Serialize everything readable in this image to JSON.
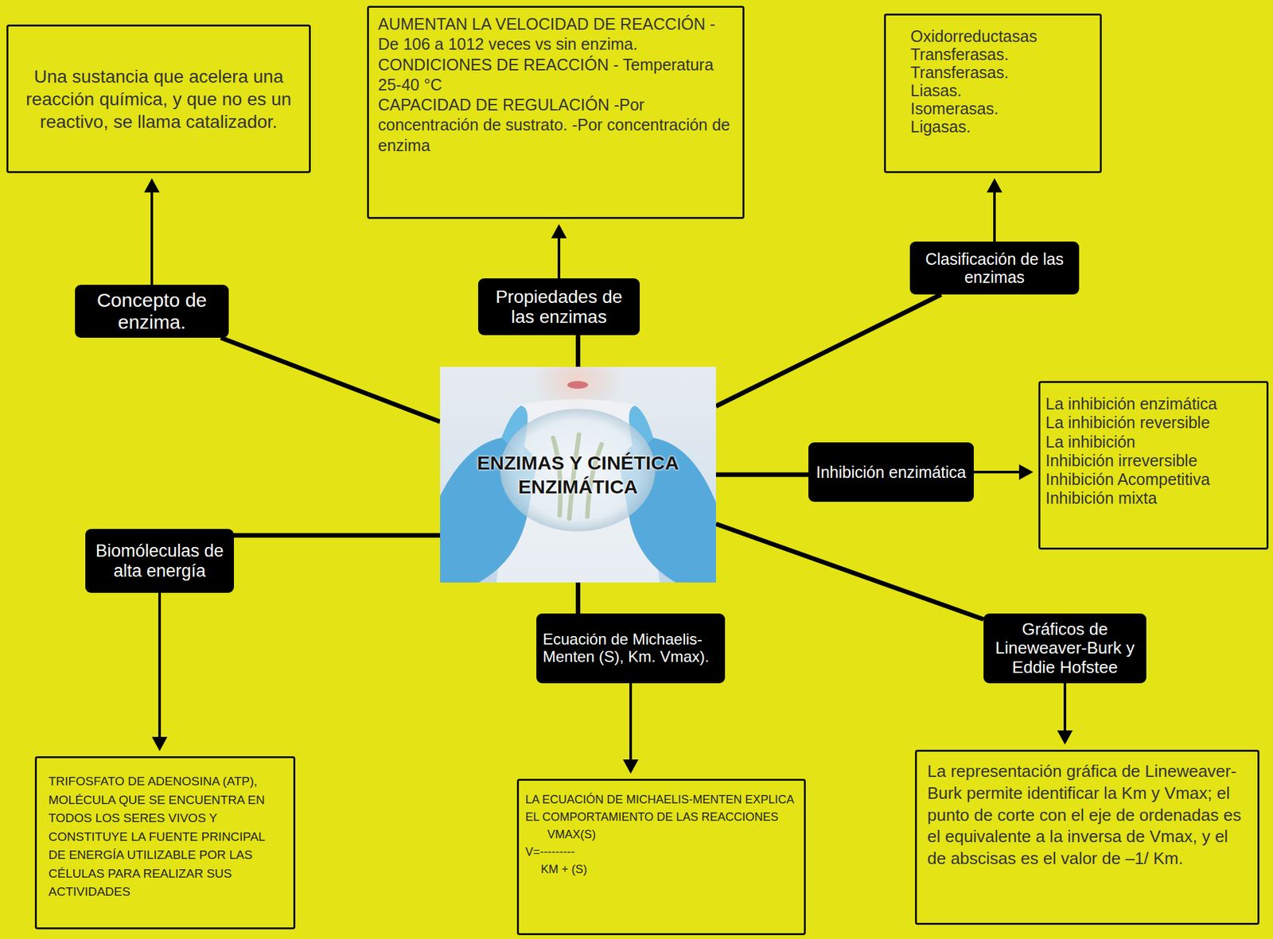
{
  "diagram": {
    "nodes": [
      {
        "text": [
          "Una sustancia que acelera una reacción química, y que no es un reactivo, se llama catalizador."
        ]
      },
      {
        "text": [
          "AUMENTAN LA VELOCIDAD DE REACCIÓN -De 106 a 1012 veces vs sin enzima.",
          "CONDICIONES DE REACCIÓN - Temperatura 25-40 °C",
          "CAPACIDAD DE REGULACIÓN -Por concentración de sustrato. -Por concentración de enzima"
        ]
      },
      {
        "text": [
          "Oxidorreductasas",
          "Transferasas.",
          "Transferasas.",
          "Liasas.",
          "Isomerasas.",
          "Ligasas."
        ]
      },
      {
        "text": [
          "Concepto de enzima."
        ]
      },
      {
        "text": [
          "Propiedades de las enzimas"
        ]
      },
      {
        "text": [
          "Clasificación de las enzimas"
        ]
      },
      {
        "text": [
          "ENZIMAS Y CINÉTICA ENZIMÁTICA"
        ]
      },
      {
        "text": [
          "Inhibición enzimática"
        ]
      },
      {
        "text": [
          "La inhibición enzimática",
          "La inhibición reversible",
          "La inhibición",
          "Inhibición irreversible",
          "Inhibición Acompetitiva",
          "Inhibición mixta"
        ]
      },
      {
        "text": [
          "Biomóleculas de alta energía"
        ]
      },
      {
        "text": [
          "Ecuación de Michaelis-Menten (S), Km. Vmax)."
        ]
      },
      {
        "text": [
          "Gráficos de Lineweaver-Burk y Eddie Hofstee"
        ]
      },
      {
        "text": [
          "TRIFOSFATO DE ADENOSINA (ATP), MOLÉCULA QUE SE ENCUENTRA EN TODOS LOS SERES VIVOS Y CONSTITUYE LA FUENTE PRINCIPAL DE ENERGÍA UTILIZABLE POR LAS CÉLULAS PARA REALIZAR SUS ACTIVIDADES"
        ]
      },
      {
        "text": [
          "LA ECUACIÓN DE MICHAELIS-MENTEN EXPLICA EL COMPORTAMIENTO DE LAS REACCIONES",
          "VMAX(S)",
          "V=---------",
          "KM + (S)"
        ]
      },
      {
        "text": [
          "La representación gráfica de Lineweaver-Burk permite identificar la Km y Vmax; el punto de corte con el eje de ordenadas es el equivalente a la inversa de Vmax, y el de abscisas es el valor de –1/ Km."
        ]
      }
    ],
    "edges": [
      {
        "from": 6,
        "to": 3,
        "arrow": "none"
      },
      {
        "from": 3,
        "to": 0,
        "arrow": "to"
      },
      {
        "from": 6,
        "to": 4,
        "arrow": "none"
      },
      {
        "from": 4,
        "to": 1,
        "arrow": "to"
      },
      {
        "from": 6,
        "to": 5,
        "arrow": "none"
      },
      {
        "from": 5,
        "to": 2,
        "arrow": "to"
      },
      {
        "from": 6,
        "to": 7,
        "arrow": "none"
      },
      {
        "from": 7,
        "to": 8,
        "arrow": "to"
      },
      {
        "from": 6,
        "to": 9,
        "arrow": "none"
      },
      {
        "from": 9,
        "to": 12,
        "arrow": "to"
      },
      {
        "from": 6,
        "to": 10,
        "arrow": "none"
      },
      {
        "from": 10,
        "to": 13,
        "arrow": "to"
      },
      {
        "from": 6,
        "to": 11,
        "arrow": "none"
      },
      {
        "from": 11,
        "to": 14,
        "arrow": "to"
      }
    ]
  }
}
